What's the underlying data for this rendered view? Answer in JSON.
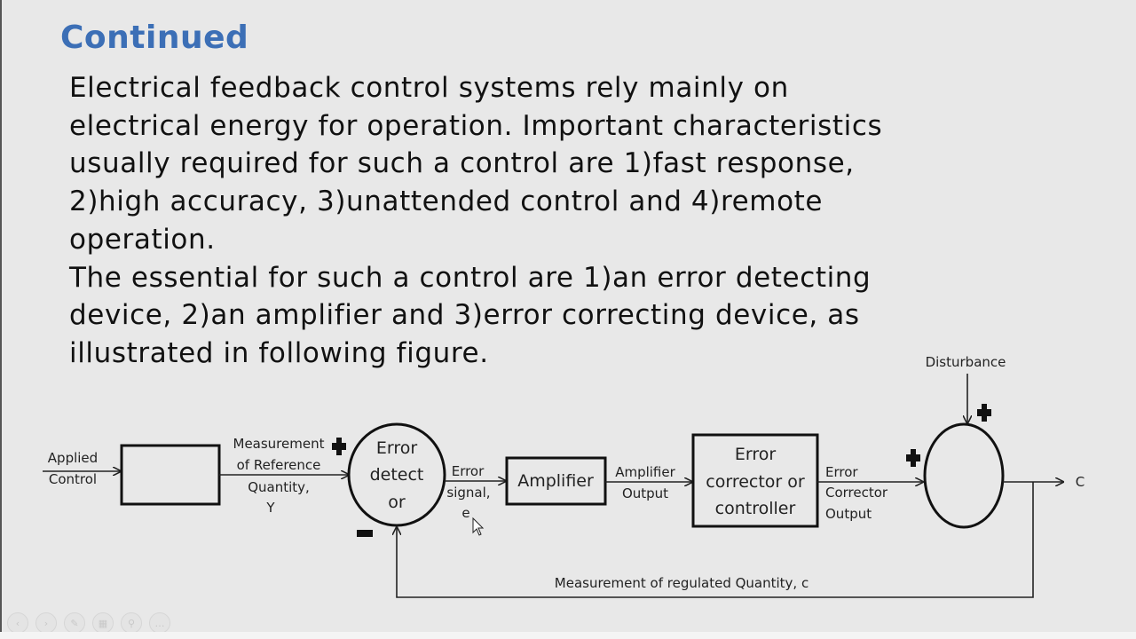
{
  "slide": {
    "title": "Continued",
    "paragraph_lines": [
      "Electrical feedback control systems rely mainly on",
      "electrical energy for operation. Important characteristics",
      "usually required for such a control are 1)fast response,",
      "2)high accuracy, 3)unattended control and 4)remote",
      "operation.",
      "The essential for such a control are 1)an error detecting",
      "device, 2)an amplifier and 3)error correcting device, as",
      "illustrated in following figure."
    ]
  },
  "diagram": {
    "input_label": [
      "Applied",
      "Control"
    ],
    "reference_label": [
      "Measurement",
      "of Reference",
      "Quantity,",
      "Y"
    ],
    "error_detector": [
      "Error",
      "detect",
      "or"
    ],
    "error_signal_label": [
      "Error",
      "signal,",
      "e"
    ],
    "amplifier": "Amplifier",
    "amplifier_output_label": [
      "Amplifier",
      "Output"
    ],
    "corrector": [
      "Error",
      "corrector or",
      "controller"
    ],
    "corrector_output_label": [
      "Error",
      "Corrector",
      "Output"
    ],
    "disturbance_label": "Disturbance",
    "output_label": "C",
    "feedback_label": "Measurement of regulated Quantity, c"
  },
  "toolbar": {
    "icons": [
      "prev-icon",
      "next-icon",
      "pen-icon",
      "slides-icon",
      "zoom-icon",
      "more-icon"
    ],
    "glyphs": [
      "‹",
      "›",
      "✎",
      "▦",
      "⚲",
      "…"
    ]
  }
}
